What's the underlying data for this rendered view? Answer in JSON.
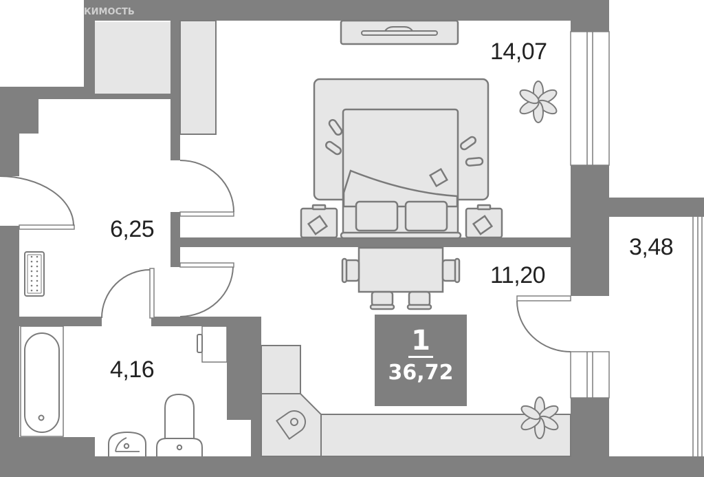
{
  "watermark": "КИМОСТЬ",
  "colors": {
    "wall": "#808080",
    "furniture": "#e6e6e6",
    "background": "#ffffff",
    "summary_bg": "#7f7f7f"
  },
  "summary": {
    "rooms": "1",
    "total_area": "36,72"
  },
  "rooms": [
    {
      "id": "bedroom",
      "area": "14,07"
    },
    {
      "id": "hallway",
      "area": "6,25"
    },
    {
      "id": "balcony",
      "area": "3,48"
    },
    {
      "id": "kitchen-living",
      "area": "11,20"
    },
    {
      "id": "bathroom",
      "area": "4,16"
    }
  ],
  "icons": [
    "plant-icon",
    "bed-icon",
    "nightstand-icon",
    "tv-unit-icon",
    "dining-table-icon",
    "bathtub-icon",
    "sink-icon",
    "toilet-icon",
    "radiator-icon",
    "stove-icon",
    "washing-machine-icon"
  ]
}
